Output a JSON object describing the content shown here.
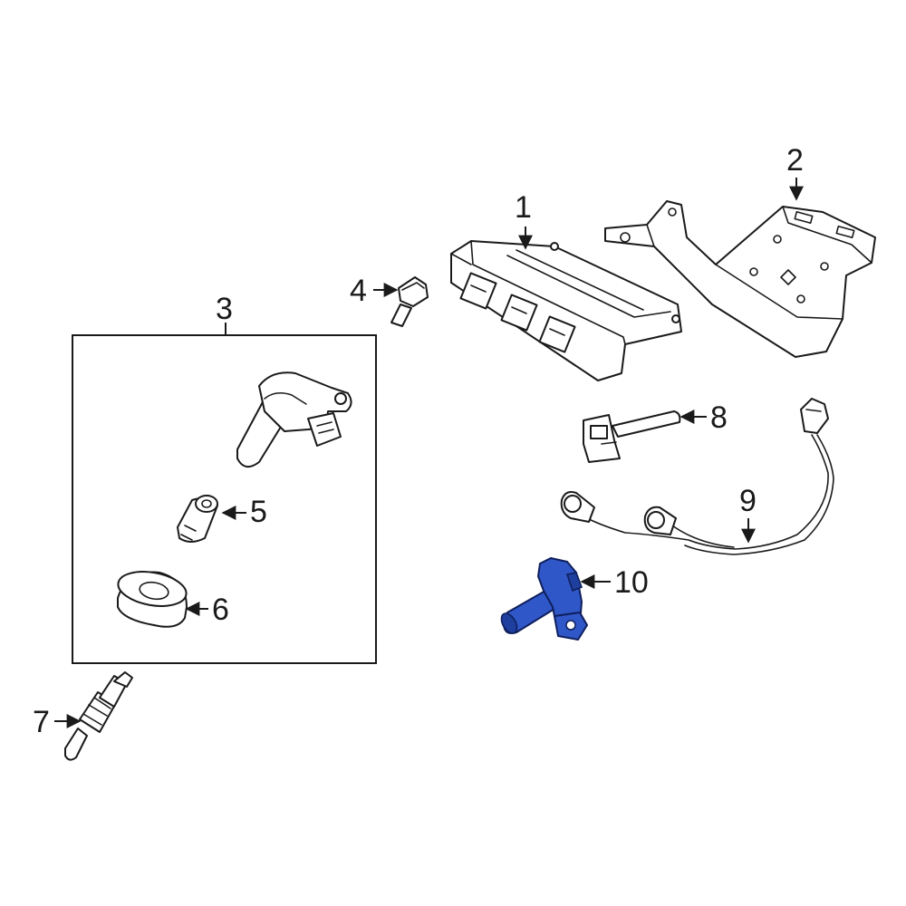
{
  "callouts": {
    "c1": "1",
    "c2": "2",
    "c3": "3",
    "c4": "4",
    "c5": "5",
    "c6": "6",
    "c7": "7",
    "c8": "8",
    "c9": "9",
    "c10": "10"
  },
  "colors": {
    "highlight": "#2f57c8",
    "line": "#1a1a1a",
    "background": "#ffffff"
  }
}
